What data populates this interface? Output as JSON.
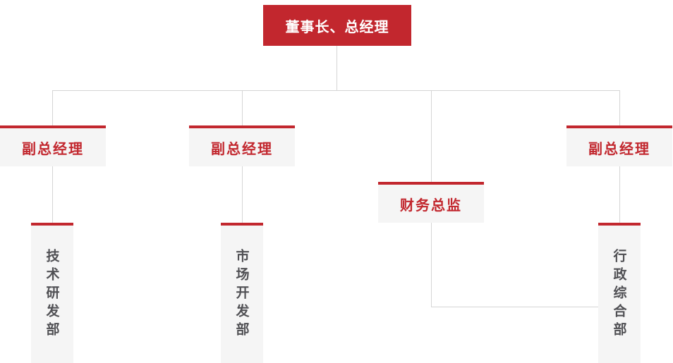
{
  "palette": {
    "red": "#c2272e",
    "node_bg": "#f5f5f5",
    "connector": "#d5d5d5",
    "dept_text_color": "#505054",
    "root_text_color": "#ffffff",
    "page_bg": "#ffffff"
  },
  "org_chart": {
    "type": "organization-chart",
    "root": {
      "id": "root",
      "label": "董事长、总经理"
    },
    "managers": [
      {
        "id": "vp1",
        "label": "副总经理"
      },
      {
        "id": "vp2",
        "label": "副总经理"
      },
      {
        "id": "cfo",
        "label": "财务总监"
      },
      {
        "id": "vp3",
        "label": "副总经理"
      }
    ],
    "departments": [
      {
        "id": "dept1",
        "label": "技术研发部"
      },
      {
        "id": "dept2",
        "label": "市场开发部"
      },
      {
        "id": "dept3",
        "label": "行政综合部"
      }
    ],
    "connections": [
      {
        "from": "root",
        "to": "vp1"
      },
      {
        "from": "root",
        "to": "vp2"
      },
      {
        "from": "root",
        "to": "cfo"
      },
      {
        "from": "root",
        "to": "vp3"
      },
      {
        "from": "vp1",
        "to": "dept1"
      },
      {
        "from": "vp2",
        "to": "dept2"
      },
      {
        "from": "vp3",
        "to": "dept3"
      },
      {
        "from": "cfo",
        "to": "dept3"
      }
    ]
  }
}
